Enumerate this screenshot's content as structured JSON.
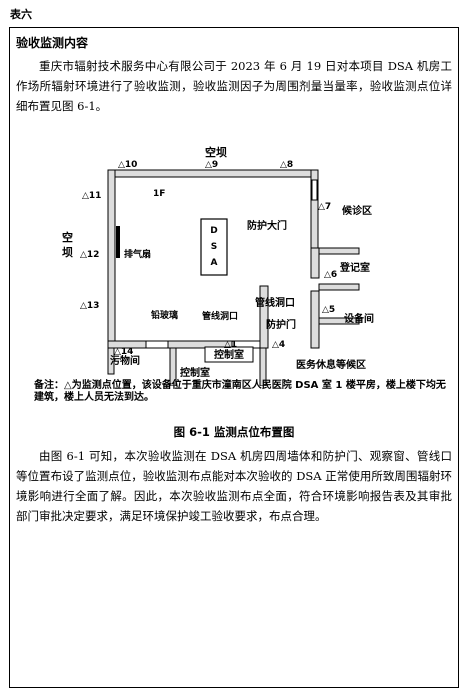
{
  "table_label": "表六",
  "section_title": "验收监测内容",
  "intro_paragraph": "重庆市辐射技术服务中心有限公司于 2023 年 6 月 19 日对本项目 DSA 机房工作场所辐射环境进行了验收监测，验收监测因子为周围剂量当量率，验收监测点位详细布置见图 6-1。",
  "figure": {
    "labels": {
      "top": "空坝",
      "left_top": "空",
      "left_bottom": "坝",
      "floor": "1F",
      "exhaust": "排气扇",
      "dsa": [
        "D",
        "S",
        "A"
      ],
      "protect_door_main": "防护大门",
      "waiting": "候诊区",
      "registration": "登记室",
      "pipe_port_right": "管线洞口",
      "equipment": "设备间",
      "lead_glass": "铅玻璃",
      "pipe_port_bottom": "管线洞口",
      "protect_door": "防护门",
      "control_room": "控制室",
      "control_room_bottom": "控制室",
      "dirt": "污物间",
      "staff_rest": "医务休息等候区"
    },
    "points": [
      "△1",
      "△4",
      "△5",
      "△6",
      "△7",
      "△8",
      "△9",
      "△10",
      "△11",
      "△12",
      "△13",
      "△14"
    ]
  },
  "note": "备注：△为监测点位置，该设备位于重庆市潼南区人民医院 DSA 室 1 楼平房，楼上楼下均无建筑，楼上人员无法到达。",
  "caption": "图 6-1  监测点位布置图",
  "conclusion_paragraph": "由图 6-1 可知，本次验收监测在 DSA 机房四周墙体和防护门、观察窗、管线口等位置布设了监测点位，验收监测布点能对本次验收的 DSA 正常使用所致周围辐射环境影响进行全面了解。因此，本次验收监测布点全面，符合环境影响报告表及其审批部门审批决定要求，满足环境保护竣工验收要求，布点合理。"
}
